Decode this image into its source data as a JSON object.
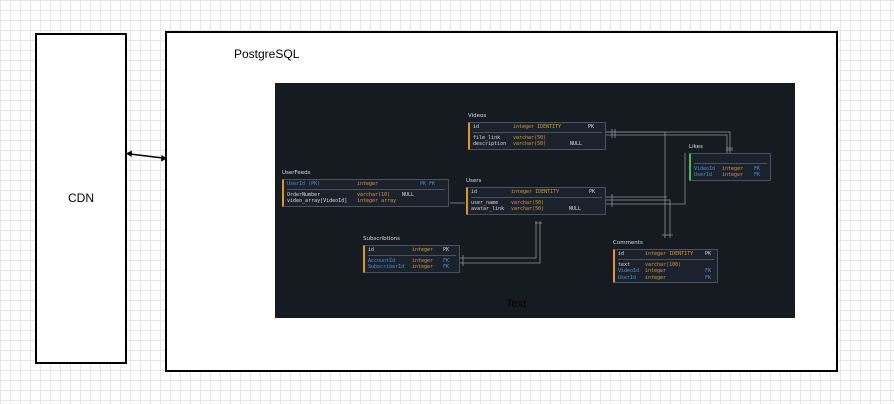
{
  "cdn": {
    "label": "CDN"
  },
  "postgres": {
    "label": "PostgreSQL"
  },
  "erd": {
    "caption": "Text",
    "tables": {
      "videos": {
        "name": "Videos",
        "rows": [
          [
            "id",
            "integer IDENTITY",
            "PK"
          ],
          [
            "file_link",
            "varchar(50)",
            ""
          ],
          [
            "description",
            "varchar(50)",
            "NULL"
          ]
        ]
      },
      "likes": {
        "name": "Likes",
        "rows": [
          [
            "",
            "",
            ""
          ],
          [
            "VideoId",
            "integer",
            "FK"
          ],
          [
            "UserId",
            "integer",
            "FK"
          ]
        ]
      },
      "userfeeds": {
        "name": "UserFeeds",
        "rows": [
          [
            "UserId (PK)",
            "integer",
            "PK FK"
          ],
          [
            "OrderNumber",
            "varchar(10)",
            "NULL"
          ],
          [
            "video_array[VideoId]",
            "integer array",
            ""
          ]
        ]
      },
      "users": {
        "name": "Users",
        "rows": [
          [
            "id",
            "integer IDENTITY",
            "PK"
          ],
          [
            "user_name",
            "varchar(50)",
            ""
          ],
          [
            "avatar_link",
            "varchar(50)",
            "NULL"
          ]
        ]
      },
      "subscribtions": {
        "name": "Subscribtions",
        "rows": [
          [
            "id",
            "integer",
            "PK"
          ],
          [
            "AccountId",
            "integer",
            "FK"
          ],
          [
            "SubscriberId",
            "integer",
            "FK"
          ]
        ]
      },
      "comments": {
        "name": "Comments",
        "rows": [
          [
            "id",
            "integer IDENTITY",
            "PK"
          ],
          [
            "text",
            "varchar(100)",
            ""
          ],
          [
            "VideoId",
            "integer",
            "FK"
          ],
          [
            "UserId",
            "integer",
            "FK"
          ]
        ]
      }
    }
  },
  "colors": {
    "erd_bg": "#161a21",
    "pk_accent": "#e0962f",
    "fk_text": "#4d8fd8",
    "likes_accent": "#3fbf5a"
  }
}
